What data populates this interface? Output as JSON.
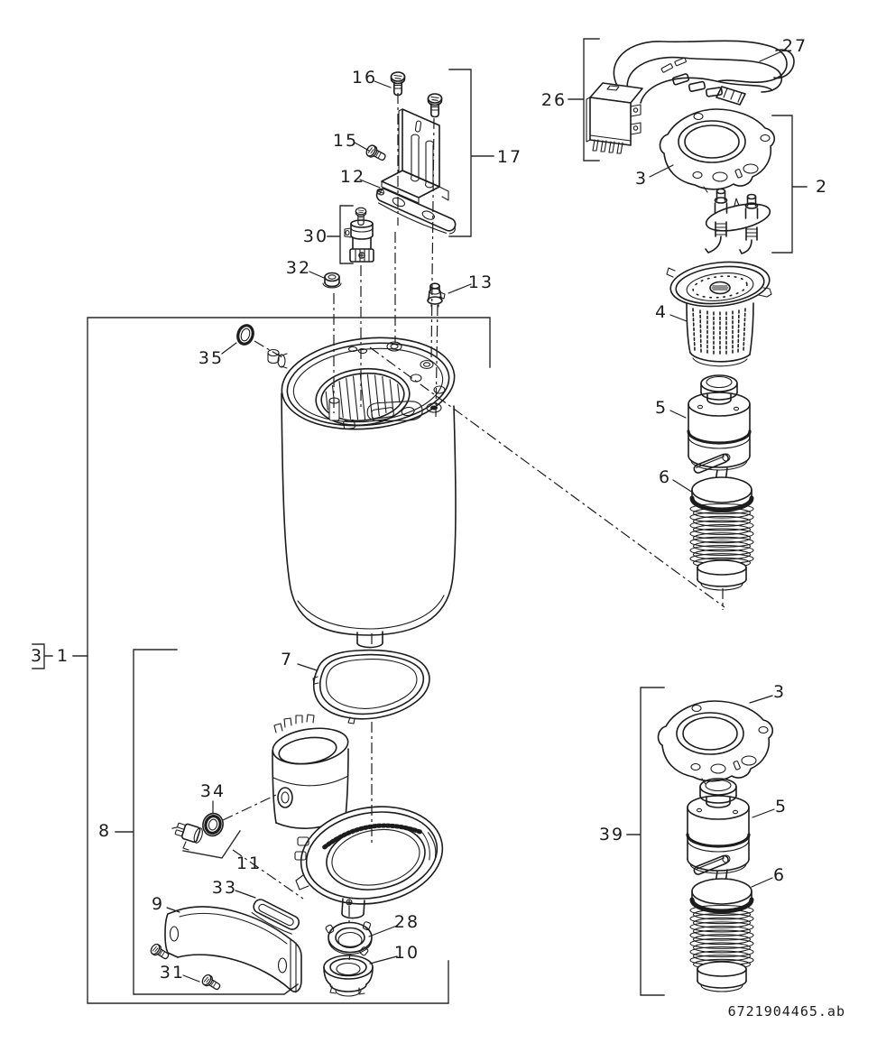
{
  "drawing": {
    "number": "6721904465.ab"
  },
  "callouts": {
    "c1": "1",
    "c2": "2",
    "c3_left": "3",
    "c3_top_right": "3",
    "c3_bottom_right": "3",
    "c4": "4",
    "c5_mid": "5",
    "c5_bottom": "5",
    "c6_mid": "6",
    "c6_bottom": "6",
    "c7": "7",
    "c8": "8",
    "c9": "9",
    "c10": "10",
    "c11": "11",
    "c12": "12",
    "c13": "13",
    "c15": "15",
    "c16": "16",
    "c17": "17",
    "c26": "26",
    "c27": "27",
    "c28": "28",
    "c30": "30",
    "c31": "31",
    "c32": "32",
    "c33": "33",
    "c34": "34",
    "c35": "35",
    "c39": "39"
  }
}
